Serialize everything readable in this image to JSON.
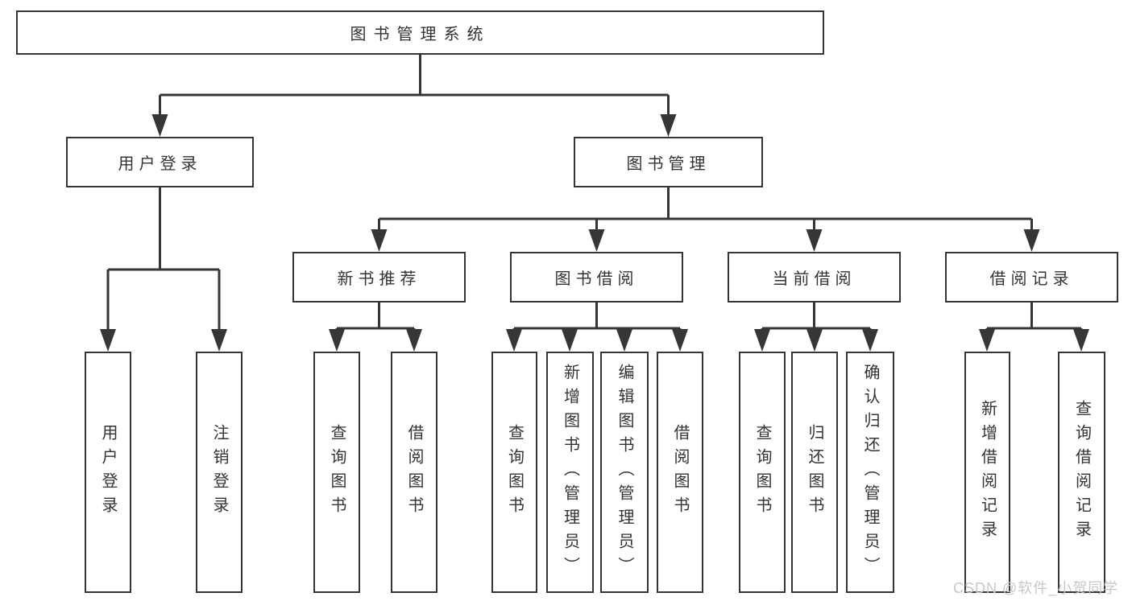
{
  "nodes": {
    "l1": {
      "label": "图书管理系统"
    },
    "l2": [
      {
        "label": "用户登录"
      },
      {
        "label": "图书管理"
      }
    ],
    "l3": [
      {
        "label": "新书推荐",
        "parent": "图书管理"
      },
      {
        "label": "图书借阅",
        "parent": "图书管理"
      },
      {
        "label": "当前借阅",
        "parent": "图书管理"
      },
      {
        "label": "借阅记录",
        "parent": "图书管理"
      }
    ],
    "l4": [
      {
        "label": "用户登录",
        "parent": "用户登录"
      },
      {
        "label": "注销登录",
        "parent": "用户登录"
      },
      {
        "label": "查询图书",
        "parent": "新书推荐"
      },
      {
        "label": "借阅图书",
        "parent": "新书推荐"
      },
      {
        "label": "查询图书",
        "parent": "图书借阅"
      },
      {
        "label": "新增图书（管理员）",
        "parent": "图书借阅"
      },
      {
        "label": "编辑图书（管理员）",
        "parent": "图书借阅"
      },
      {
        "label": "借阅图书",
        "parent": "图书借阅"
      },
      {
        "label": "查询图书",
        "parent": "当前借阅"
      },
      {
        "label": "归还图书",
        "parent": "当前借阅"
      },
      {
        "label": "确认归还（管理员）",
        "parent": "当前借阅"
      },
      {
        "label": "新增借阅记录",
        "parent": "借阅记录"
      },
      {
        "label": "查询借阅记录",
        "parent": "借阅记录"
      }
    ]
  },
  "watermark": {
    "text": "CSDN @软件_小贺同学"
  },
  "colors": {
    "line": "#363636",
    "text": "#333333",
    "watermark": "#c8c8c8",
    "background": "#ffffff"
  }
}
